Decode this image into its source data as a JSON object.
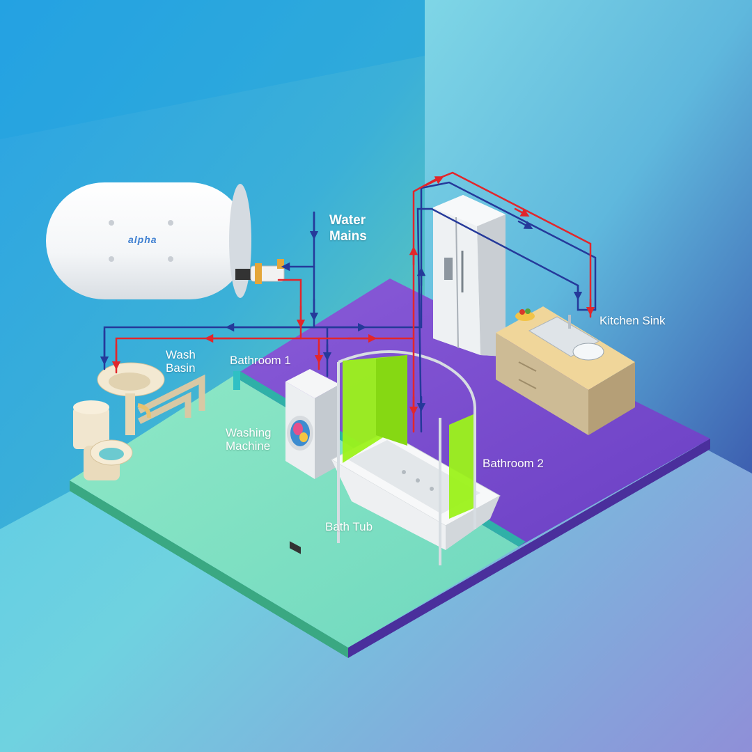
{
  "labels": {
    "water_mains": [
      "Water",
      "Mains"
    ],
    "kitchen_sink": "Kitchen Sink",
    "wash_basin": [
      "Wash",
      "Basin"
    ],
    "bathroom_1": "Bathroom 1",
    "washing_machine": [
      "Washing",
      "Machine"
    ],
    "bathroom_2": "Bathroom 2",
    "bath_tub": "Bath Tub"
  },
  "heater": {
    "brand": "alpha"
  },
  "colors": {
    "hot_pipe": "#e2262b",
    "cold_pipe": "#25399a",
    "floor_green": "#7fe0c4",
    "floor_purple": "#7a4fd0",
    "bg_blue": "#3aa6e0",
    "shower_curtain": "#9cf21a",
    "label_text": "#ffffff"
  },
  "icons": [
    "water-heater-icon",
    "refrigerator-icon",
    "kitchen-counter-icon",
    "wash-basin-icon",
    "toilet-icon",
    "washing-machine-icon",
    "bath-tub-icon",
    "shower-curtain-icon"
  ]
}
